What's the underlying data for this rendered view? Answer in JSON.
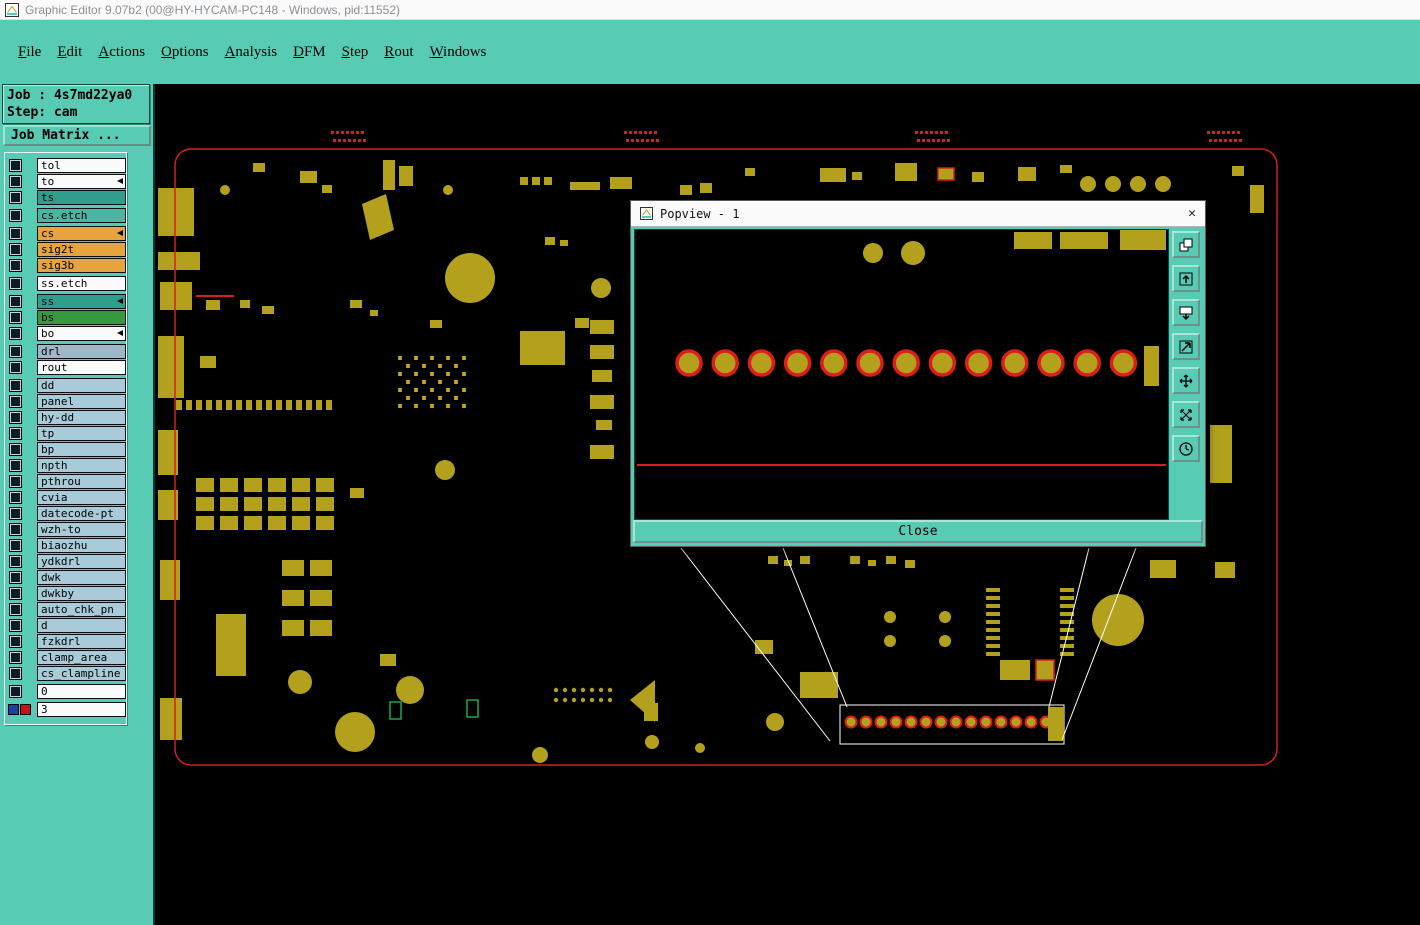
{
  "titlebar": {
    "title": "Graphic Editor 9.07b2 (00@HY-HYCAM-PC148 - Windows, pid:11552)"
  },
  "menu": {
    "items": [
      "File",
      "Edit",
      "Actions",
      "Options",
      "Analysis",
      "DFM",
      "Step",
      "Rout",
      "Windows"
    ]
  },
  "sidebar": {
    "job_label": "Job :",
    "job_value": "4s7md22ya0",
    "step_label": "Step:",
    "step_value": "cam",
    "job_matrix_button": "Job Matrix ...",
    "layers": [
      {
        "name": "tol",
        "color": "white"
      },
      {
        "name": "to",
        "color": "white",
        "arrow": true
      },
      {
        "name": "ts",
        "color": "teal_dark"
      },
      {
        "name": "cs.etch",
        "color": "teal_mid",
        "gap": true
      },
      {
        "name": "cs",
        "color": "orange",
        "arrow": true,
        "gap": true
      },
      {
        "name": "sig2t",
        "color": "orange"
      },
      {
        "name": "sig3b",
        "color": "orange"
      },
      {
        "name": "ss.etch",
        "color": "white",
        "gap": true
      },
      {
        "name": "ss",
        "color": "teal_dark",
        "arrow": true,
        "gap": true
      },
      {
        "name": "bs",
        "color": "green"
      },
      {
        "name": "bo",
        "color": "white",
        "arrow": true
      },
      {
        "name": "drl",
        "color": "drill",
        "gap": true
      },
      {
        "name": "rout",
        "color": "white"
      },
      {
        "name": "dd",
        "color": "blue",
        "gap": true
      },
      {
        "name": "panel",
        "color": "blue"
      },
      {
        "name": "hy-dd",
        "color": "blue"
      },
      {
        "name": "tp",
        "color": "blue"
      },
      {
        "name": "bp",
        "color": "blue"
      },
      {
        "name": "npth",
        "color": "blue"
      },
      {
        "name": "pthrou",
        "color": "blue"
      },
      {
        "name": "cvia",
        "color": "blue"
      },
      {
        "name": "datecode-pt",
        "color": "blue"
      },
      {
        "name": "wzh-to",
        "color": "blue"
      },
      {
        "name": "biaozhu",
        "color": "blue"
      },
      {
        "name": "ydkdrl",
        "color": "blue"
      },
      {
        "name": "dwk",
        "color": "blue"
      },
      {
        "name": "dwkby",
        "color": "blue"
      },
      {
        "name": "auto_chk_pn",
        "color": "blue"
      },
      {
        "name": "d",
        "color": "blue"
      },
      {
        "name": "fzkdrl",
        "color": "blue"
      },
      {
        "name": "clamp_area",
        "color": "blue"
      },
      {
        "name": "cs_clampline",
        "color": "blue"
      },
      {
        "name": "0",
        "color": "white",
        "gap": true
      },
      {
        "name": "3",
        "color": "white",
        "special": true,
        "gap": true
      }
    ]
  },
  "popview": {
    "title": "Popview - 1",
    "close_icon": "✕",
    "close_button": "Close",
    "toolbar_icons": [
      "overlap-view-icon",
      "pan-up-icon",
      "pan-down-icon",
      "zoom-corner-icon",
      "pan-move-icon",
      "zoom-extents-icon",
      "previous-view-icon"
    ]
  },
  "colors": {
    "teal": "#58cbb4",
    "canvas_black": "#000000",
    "copper": "#b3a11e",
    "red": "#dd1c1c",
    "white_line": "#ffffff",
    "green_marker": "#17a94c",
    "layer_white": "#fbfbfb",
    "layer_orange": "#e6a33e",
    "layer_teal": "#2f9e8d",
    "layer_teal_mid": "#4ab6a1",
    "layer_green": "#359a3e",
    "layer_drill": "#9fb7c9",
    "layer_blue": "#a9cad8",
    "square_blue": "#1d3f9e",
    "square_red": "#c21616",
    "title_text": "#8a9198"
  }
}
